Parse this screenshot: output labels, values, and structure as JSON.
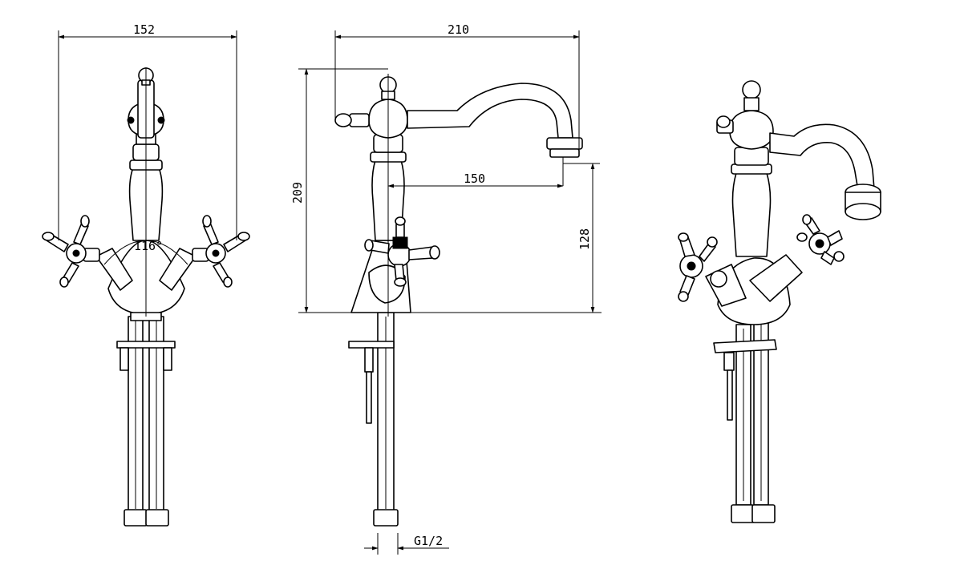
{
  "dimensions": {
    "front_width": "152",
    "handle_angle": "116°",
    "side_reach": "210",
    "side_height": "209",
    "spout_reach": "150",
    "spout_height": "128",
    "thread": "G1/2"
  },
  "colors": {
    "line": "#000000",
    "background": "#ffffff"
  }
}
